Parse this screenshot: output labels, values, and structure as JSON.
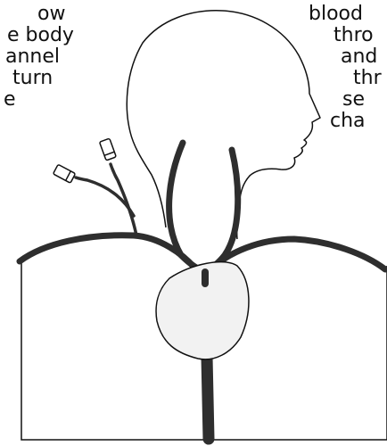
{
  "left_text": [
    "ow",
    "e body",
    "annel",
    "turn",
    "e"
  ],
  "right_text": [
    "blood",
    "thro",
    "and",
    "thr",
    "se",
    "cha"
  ],
  "colors": {
    "outline": "#111111",
    "vessel": "#2e2e2e",
    "heart_fill": "#f2f2f2",
    "background": "#ffffff"
  }
}
